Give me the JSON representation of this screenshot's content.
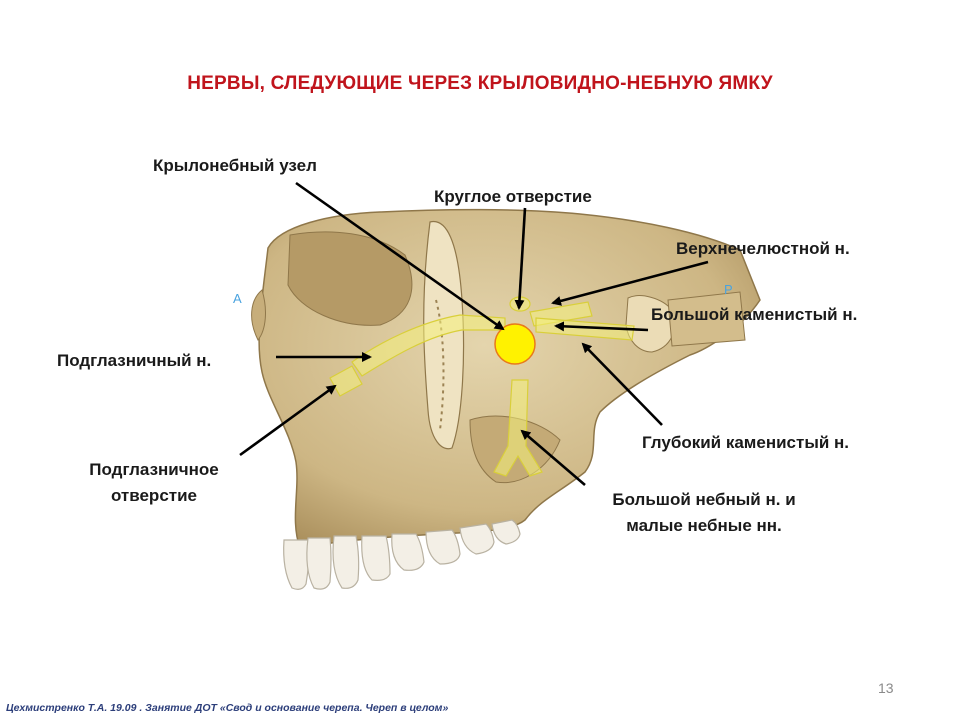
{
  "slide": {
    "title": "НЕРВЫ,  СЛЕДУЮЩИЕ  ЧЕРЕЗ  КРЫЛОВИДНО-НЕБНУЮ ЯМКУ",
    "page_number": "13",
    "footer": "Цехмистренко Т.А. 19.09 . Занятие ДОТ «Свод  и основание черепа. Череп в целом»"
  },
  "orientation": {
    "anterior": "A",
    "posterior": "P"
  },
  "labels": {
    "pterygopalatine_ganglion": "Крылонебный  узел",
    "foramen_rotundum": "Круглое отверстие",
    "maxillary_nerve": "Верхнечелюстной н.",
    "greater_petrosal_nerve": "Большой каменистый н.",
    "infraorbital_nerve": "Подглазничный н.",
    "infraorbital_foramen_line1": "Подглазничное",
    "infraorbital_foramen_line2": "отверстие",
    "deep_petrosal_nerve": "Глубокий каменистый н.",
    "palatine_nerves_line1": "Большой небный н. и",
    "palatine_nerves_line2": "малые небные нн."
  },
  "colors": {
    "title": "#c0141c",
    "bone": "#d8c598",
    "nerve": "#f2ee6a",
    "ganglion": "#fff200",
    "ganglion_outline": "#e87a1a",
    "arrow": "#000000"
  }
}
